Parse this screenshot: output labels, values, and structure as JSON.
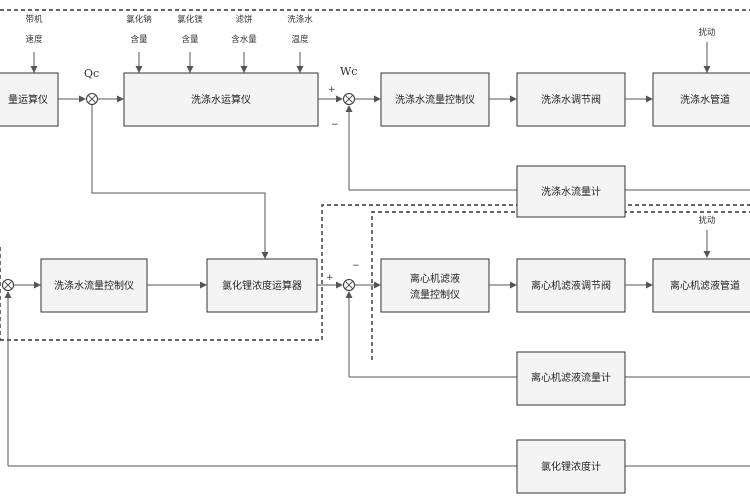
{
  "inputs": {
    "belt_speed": [
      "带机",
      "速度"
    ],
    "ca_content": [
      "氯化钠",
      "含量"
    ],
    "mg_content": [
      "氯化镁",
      "含量"
    ],
    "slurry_water": [
      "滤饼",
      "含水量"
    ],
    "wash_temp": [
      "洗涤水",
      "温度"
    ]
  },
  "disturbance_top": "扰动",
  "disturbance_mid": "扰动",
  "signals": {
    "qc": "Qc",
    "wc": "Wc"
  },
  "signs": {
    "plus": "+",
    "minus": "−"
  },
  "blocks": {
    "left_calc": "量运算仪",
    "wash_calc": "洗涤水运算仪",
    "wash_flow_ctrl": "洗涤水流量控制仪",
    "wash_valve": "洗涤水调节阀",
    "wash_pipe": "洗涤水管道",
    "wash_flowmeter": "洗涤水流量计",
    "lower_wash_ctrl": "洗涤水流量控制仪",
    "conc_calc": "氯化锂浓度运算器",
    "cent_ctrl": [
      "离心机滤液",
      "流量控制仪"
    ],
    "cent_valve": "离心机滤液调节阀",
    "cent_pipe": "离心机滤液管道",
    "cent_flowmeter": "离心机滤液流量计",
    "conc_meter": "氯化锂浓度计"
  }
}
